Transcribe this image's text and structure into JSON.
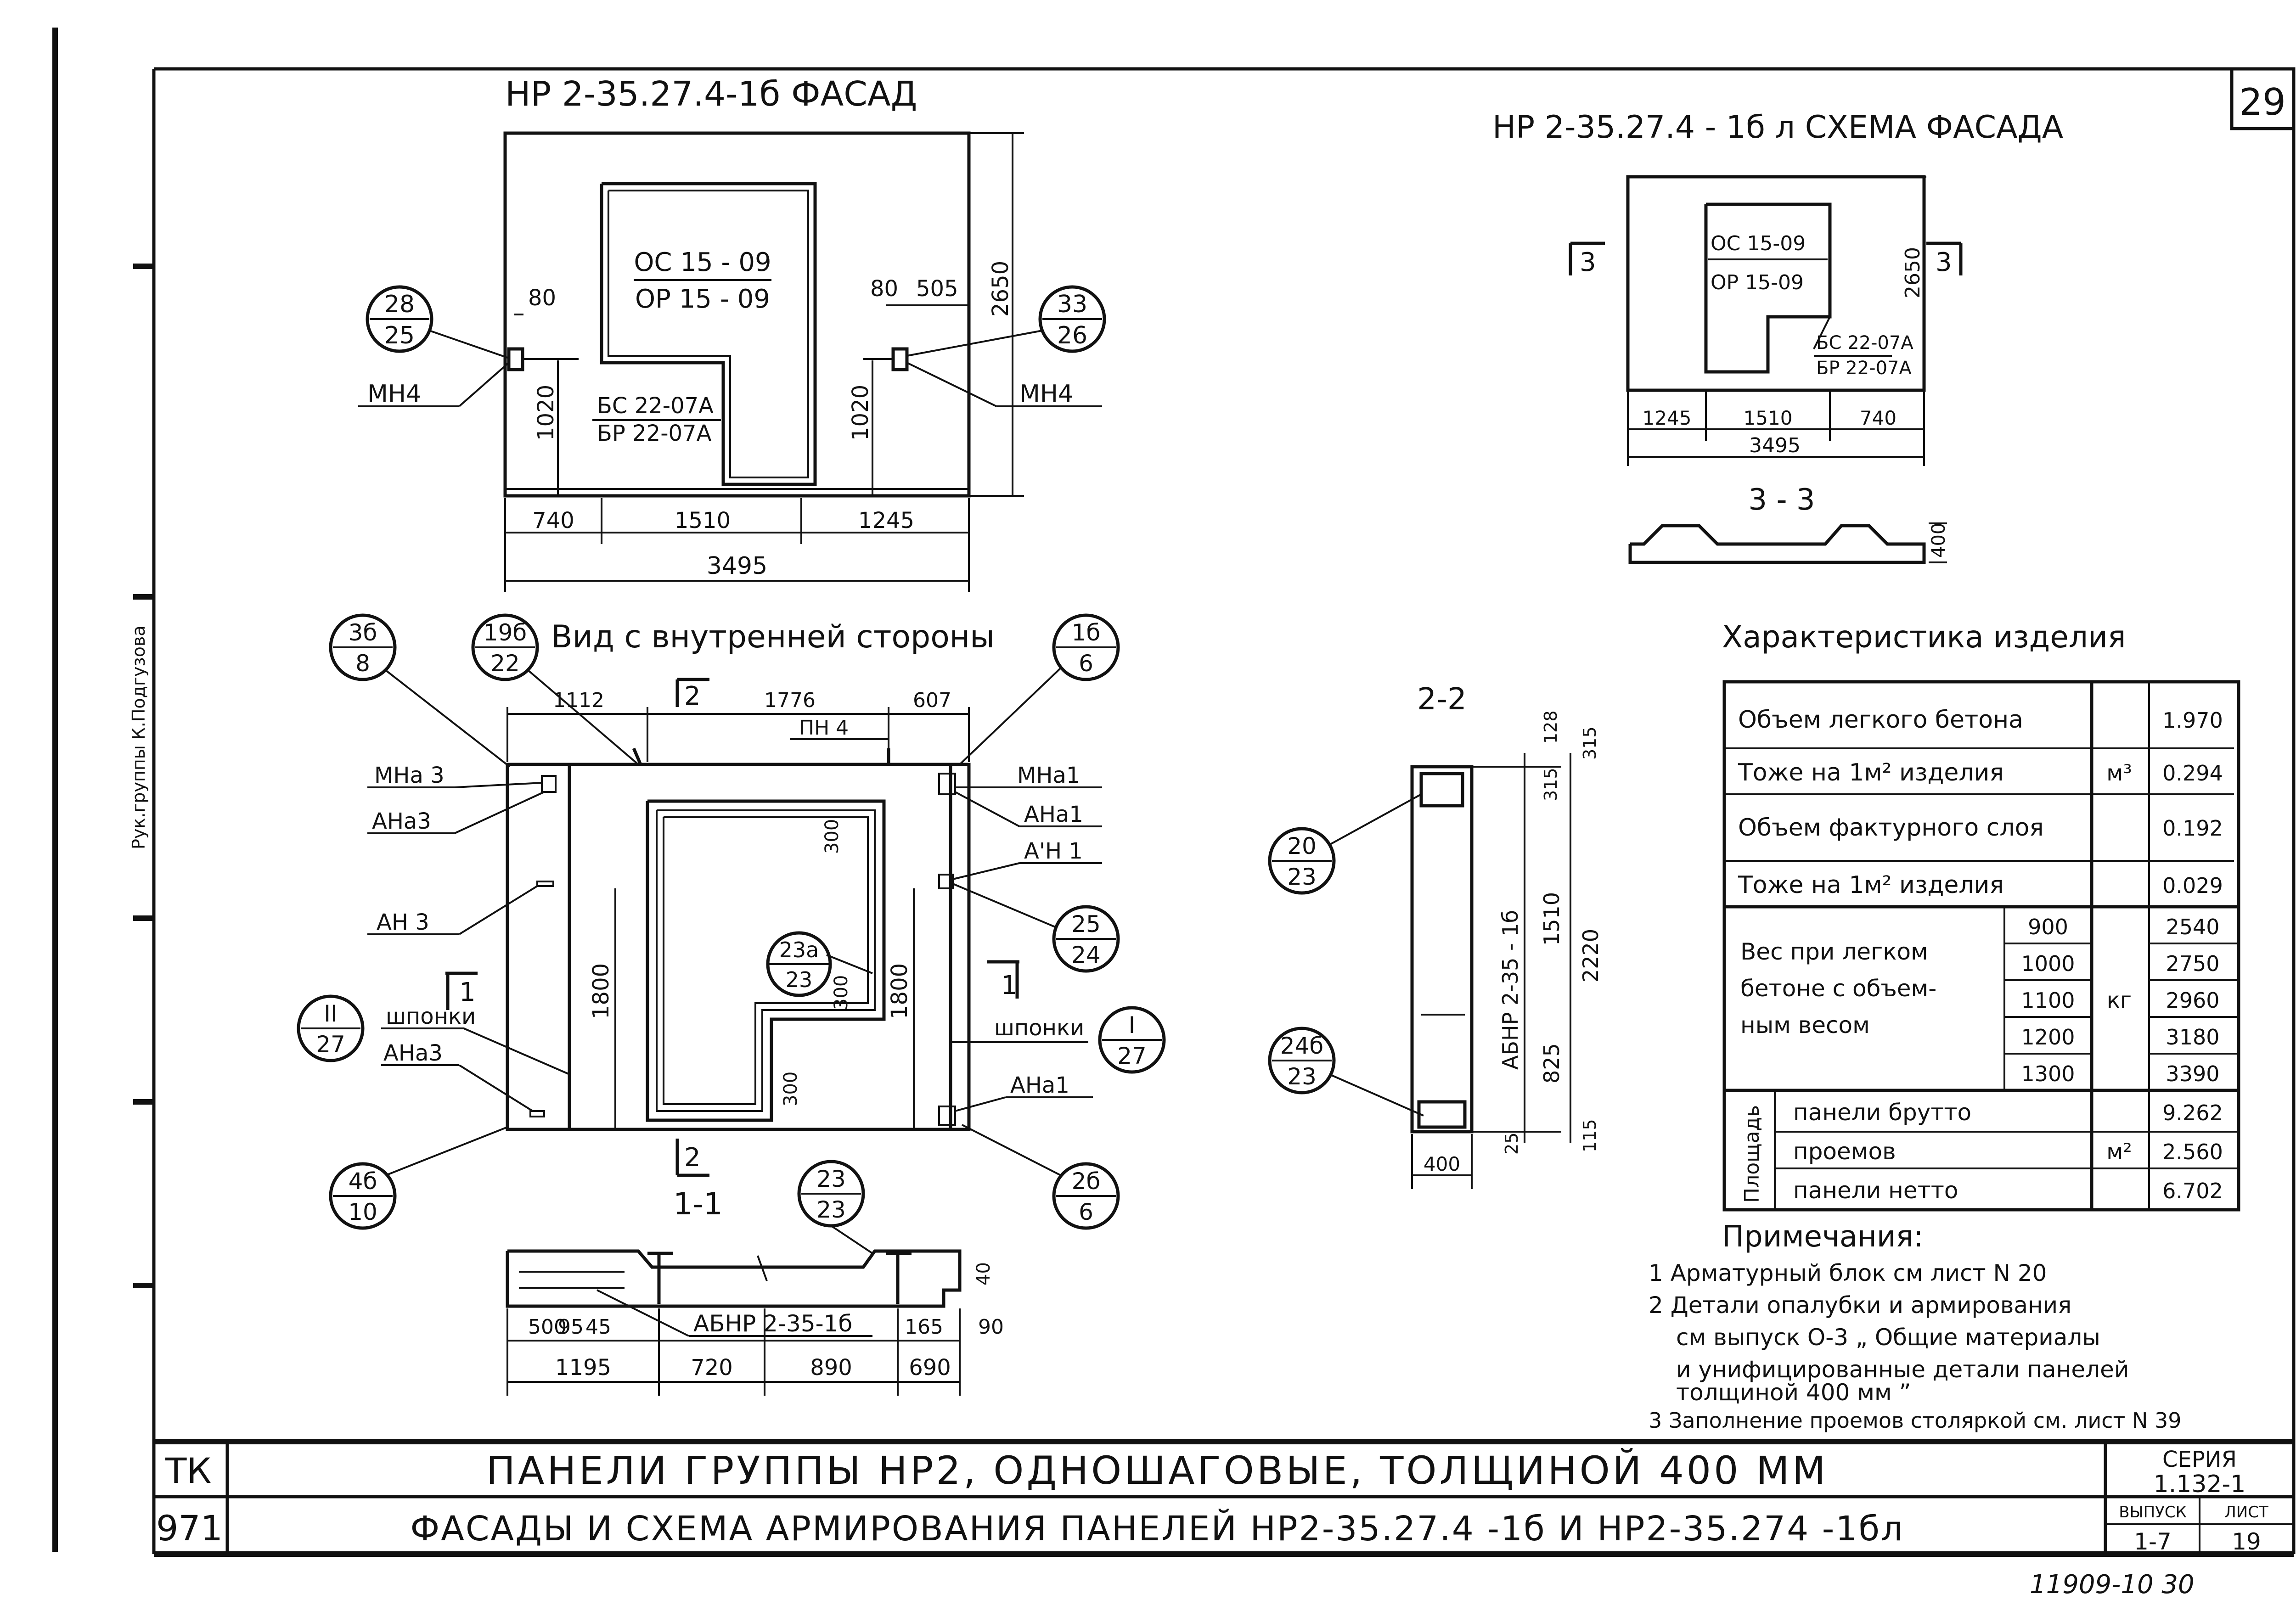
{
  "sheet_no": "29",
  "facade": {
    "title": "НР 2-35.27.4-1б ФАСАД",
    "window_top": "ОС 15 - 09",
    "window_bottom": "ОР 15 - 09",
    "door_top": "БС 22-07А",
    "door_bottom": "БР 22-07А",
    "left_bubble_top": "28",
    "left_bubble_bottom": "25",
    "right_bubble_top": "33",
    "right_bubble_bottom": "26",
    "left_mark": "МН4",
    "right_mark": "МН4",
    "dim_80_left": "80",
    "dim_80_right": "80",
    "dim_505": "505",
    "dim_2650": "2650",
    "dim_1020_left": "1020",
    "dim_1020_right": "1020",
    "dim_740": "740",
    "dim_1510": "1510",
    "dim_1245": "1245",
    "dim_3495": "3495"
  },
  "scheme": {
    "title": "НР 2-35.27.4 - 1б л  СХЕМА ФАСАДА",
    "window_top": "ОС 15-09",
    "window_bottom": "ОР 15-09",
    "door_top": "БС 22-07А",
    "door_bottom": "БР 22-07А",
    "cut_left": "3",
    "cut_right": "3",
    "dim_2650": "2650",
    "dim_1245": "1245",
    "dim_1510": "1510",
    "dim_740": "740",
    "dim_3495": "3495",
    "section_label": "3 - 3",
    "dim_400": "400"
  },
  "inner_view": {
    "title": "Вид с внутренней стороны",
    "bubbles": [
      {
        "top": "3б",
        "bottom": "8"
      },
      {
        "top": "19б",
        "bottom": "22"
      },
      {
        "top": "1б",
        "bottom": "6"
      },
      {
        "top": "25",
        "bottom": "24"
      },
      {
        "top": "23а",
        "bottom": "23"
      },
      {
        "top": "II",
        "bottom": "27"
      },
      {
        "top": "I",
        "bottom": "27"
      },
      {
        "top": "4б",
        "bottom": "10"
      },
      {
        "top": "2б",
        "bottom": "6"
      },
      {
        "top": "23",
        "bottom": "23"
      }
    ],
    "labels": {
      "mna3": "МНа 3",
      "ana3_top": "АНа3",
      "an3": "АН 3",
      "shponki_left": "шпонки",
      "ana3_bottom": "АНа3",
      "pn4": "ПН 4",
      "mna1": "МНа1",
      "ana1_top": "АНа1",
      "an1": "А'Н 1",
      "shponki_right": "шпонки",
      "ana1_bottom": "АНа1"
    },
    "dims": {
      "d1112": "1112",
      "d1776": "1776",
      "d607": "607",
      "d1800_left": "1800",
      "d1800_right": "1800",
      "d300_a": "300",
      "d300_b": "300",
      "d300_c": "300"
    },
    "cut2_top": "2",
    "cut2_bottom": "2",
    "cut1_left": "1",
    "cut1_right": "1"
  },
  "section_1_1": {
    "label": "1-1",
    "block": "АБНР 2-35-1б",
    "dims_top": [
      "500",
      "95",
      "45",
      "165",
      "90",
      "40"
    ],
    "dims_bottom": [
      "1195",
      "720",
      "890",
      "690"
    ]
  },
  "section_2_2": {
    "label": "2-2",
    "block": "АБНР 2-35 - 1б",
    "bubble_a_top": "20",
    "bubble_a_bottom": "23",
    "bubble_b_top": "24б",
    "bubble_b_bottom": "23",
    "dims": [
      "128",
      "315",
      "315",
      "1510",
      "2220",
      "825",
      "25",
      "115",
      "400"
    ]
  },
  "characteristics": {
    "title": "Характеристика изделия",
    "rows": [
      {
        "label": "Объем легкого бетона",
        "value": "1.970"
      },
      {
        "label": "Тоже на 1м² изделия",
        "value": "0.294"
      },
      {
        "label": "Объем фактурного слоя",
        "value": "0.192"
      },
      {
        "label": "Тоже на 1м² изделия",
        "value": "0.029"
      }
    ],
    "unit_m3": "м³",
    "weight_label_lines": [
      "Вес при легком",
      "бетоне с объем-",
      "ным весом"
    ],
    "unit_kg": "кг",
    "weights": [
      {
        "density": "900",
        "value": "2540"
      },
      {
        "density": "1000",
        "value": "2750"
      },
      {
        "density": "1100",
        "value": "2960"
      },
      {
        "density": "1200",
        "value": "3180"
      },
      {
        "density": "1300",
        "value": "3390"
      }
    ],
    "area_header": "Площадь",
    "unit_m2": "м²",
    "areas": [
      {
        "label": "панели брутто",
        "value": "9.262"
      },
      {
        "label": "проемов",
        "value": "2.560"
      },
      {
        "label": "панели нетто",
        "value": "6.702"
      }
    ]
  },
  "notes": {
    "title": "Примечания:",
    "items": [
      "1 Арматурный блок см лист N 20",
      "2 Детали опалубки и армирования",
      "см выпуск О-3 „ Общие материалы",
      "и унифицированные детали панелей",
      "толщиной 400 мм ”",
      "3 Заполнение проемов столяркой см. лист N 39"
    ]
  },
  "title_block": {
    "code_top": "ТК",
    "code_bottom": "971",
    "line1": "ПАНЕЛИ ГРУППЫ НР2, ОДНОШАГОВЫЕ, ТОЛЩИНОЙ 400 ММ",
    "line2": "ФАСАДЫ И СХЕМА АРМИРОВАНИЯ ПАНЕЛЕЙ НР2-35.27.4 -1б И НР2-35.274 -1бл",
    "series_label": "СЕРИЯ",
    "series_value": "1.132-1",
    "issue_label": "ВЫПУСК",
    "issue_value": "1-7",
    "sheet_label": "ЛИСТ",
    "sheet_value": "19"
  },
  "stamp": "11909-10  30",
  "side_stamp": "Рук.группы    К.Подгузова"
}
